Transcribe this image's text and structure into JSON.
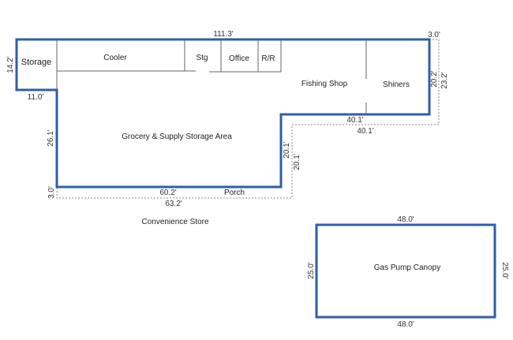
{
  "rooms": {
    "storage": "Storage",
    "cooler": "Cooler",
    "stg": "Stg",
    "office": "Office",
    "restroom": "R/R",
    "fishing_shop": "Fishing Shop",
    "shiners": "Shiners",
    "grocery": "Grocery & Supply Storage Area",
    "porch": "Porch",
    "store_label": "Convenience Store",
    "canopy": "Gas Pump Canopy"
  },
  "dimensions": {
    "top": "111.3'",
    "top_right_offset": "3.0'",
    "storage_height": "14.2'",
    "storage_width": "11.0'",
    "left_height": "26.1'",
    "right_inner": "20.2'",
    "right_outer": "23.2'",
    "step_inner": "40.1'",
    "step_outer": "40.1'",
    "mid_inner": "20.1'",
    "mid_outer": "20.1'",
    "bottom_inner": "60.2'",
    "bottom_outer": "63.2'",
    "porch_depth": "3.0'",
    "canopy_top": "48.0'",
    "canopy_bottom": "48.0'",
    "canopy_left": "25.0'",
    "canopy_right": "25.0'"
  },
  "colors": {
    "wall": "#2e5ea8"
  }
}
